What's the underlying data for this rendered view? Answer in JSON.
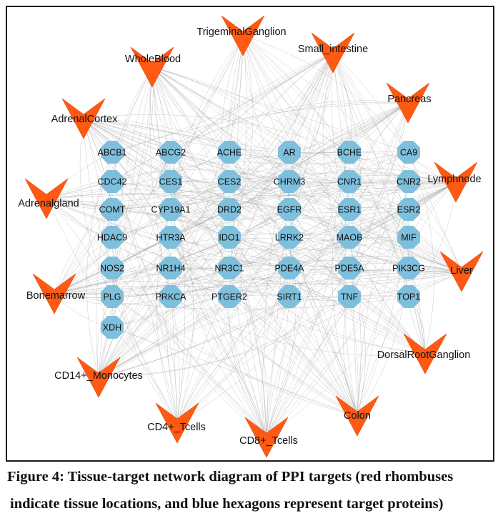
{
  "figure": {
    "caption_line1": "Figure 4: Tissue-target network diagram of PPI targets (red rhombuses",
    "caption_line2": "indicate tissue locations, and blue hexagons represent target proteins)"
  },
  "colors": {
    "tissue": "#ff5a14",
    "target": "#7ebfdc",
    "edge": "#9a9a9a"
  },
  "targets": [
    "ABCB1",
    "ABCG2",
    "ACHE",
    "AR",
    "BCHE",
    "CA9",
    "CDC42",
    "CES1",
    "CES2",
    "CHRM3",
    "CNR1",
    "CNR2",
    "COMT",
    "CYP19A1",
    "DRD2",
    "EGFR",
    "ESR1",
    "ESR2",
    "HDAC9",
    "HTR3A",
    "IDO1",
    "LRRK2",
    "MAOB",
    "MIF",
    "NOS2",
    "NR1H4",
    "NR3C1",
    "PDE4A",
    "PDE5A",
    "PIK3CG",
    "PLG",
    "PRKCA",
    "PTGER2",
    "SIRT1",
    "TNF",
    "TOP1",
    "XDH"
  ],
  "tissues": [
    "TrigeminalGanglion",
    "Small_intestine",
    "WholeBlood",
    "Pancreas",
    "AdrenalCortex",
    "Lymphnode",
    "Adrenalgland",
    "Liver",
    "Bonemarrow",
    "DorsalRootGanglion",
    "CD14+_Monocytes",
    "Colon",
    "CD4+_Tcells",
    "CD8+_Tcells"
  ]
}
